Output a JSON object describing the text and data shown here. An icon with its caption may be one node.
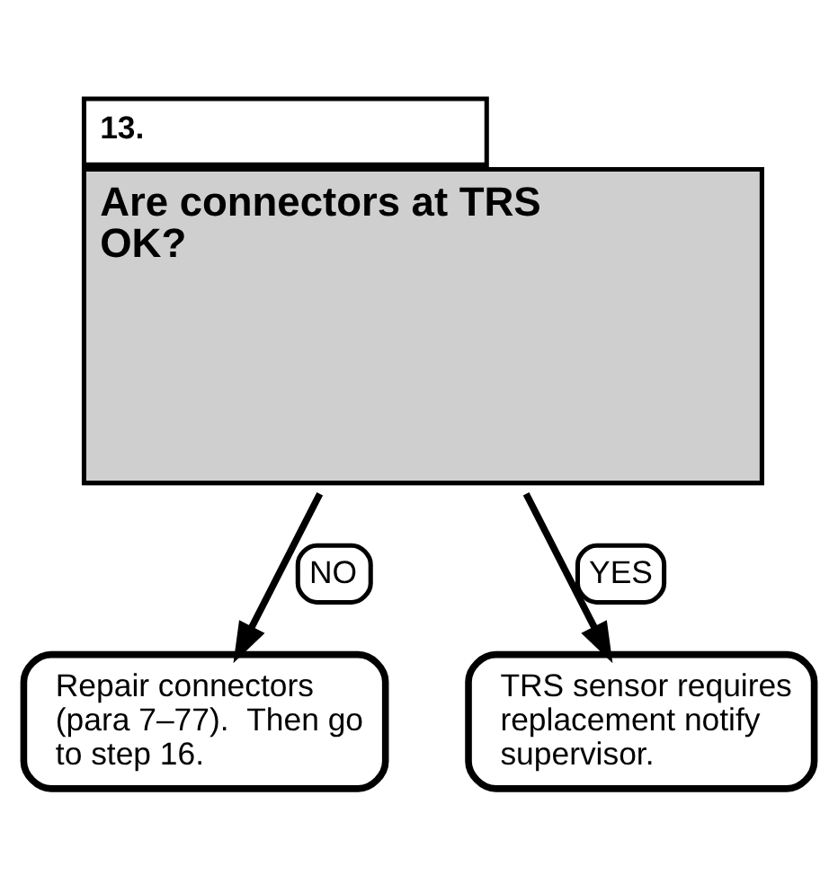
{
  "diagram": {
    "nodes": [
      {
        "text": [
          "13.",
          "Are connectors at TRS OK?"
        ]
      },
      {
        "text": [
          "Repair connectors (para 7–77).  Then go to step 16."
        ]
      },
      {
        "text": [
          "TRS sensor requires replacement notify supervisor."
        ]
      }
    ],
    "edges": [
      {
        "from": 0,
        "to": 1,
        "arrow": "to",
        "label": "NO"
      },
      {
        "from": 0,
        "to": 2,
        "arrow": "to",
        "label": "YES"
      }
    ]
  }
}
